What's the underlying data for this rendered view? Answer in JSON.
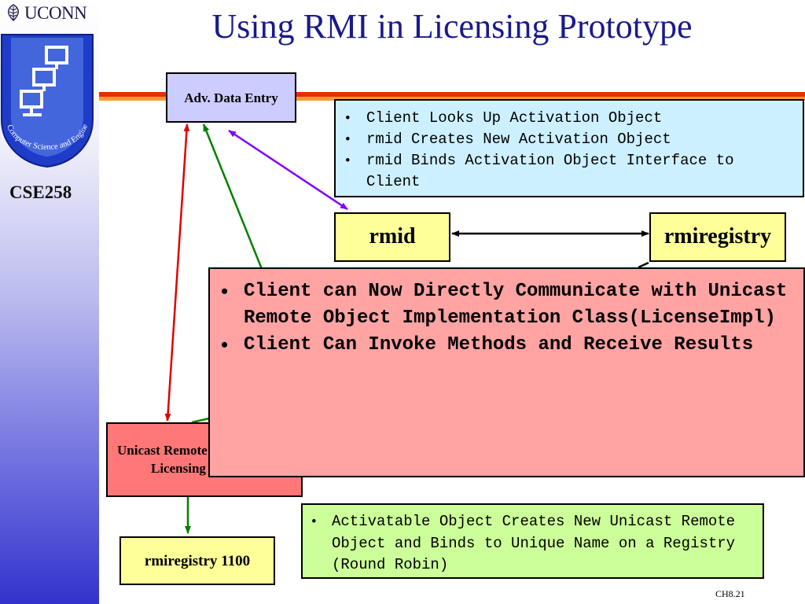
{
  "sidebar": {
    "brand": "UCONN",
    "logo_text": "Computer Science and Engineering",
    "course": "CSE258"
  },
  "title": "Using RMI in Licensing Prototype",
  "nodes": {
    "adv_data_entry": "Adv. Data Entry",
    "rmid": "rmid",
    "rmiregistry": "rmiregistry",
    "unicast_remote_line1": "Unicast Remote Object",
    "unicast_remote_line2": "Licensing Impl",
    "rmiregistry_1100": "rmiregistry 1100"
  },
  "notes": {
    "activation": [
      "Client Looks Up Activation Object",
      "rmid Creates New Activation Object",
      "rmid Binds Activation Object Interface to Client"
    ],
    "communicate": [
      "Client can Now Directly Communicate with Unicast Remote Object Implementation Class(LicenseImpl)",
      "Client Can Invoke Methods and Receive Results"
    ],
    "registry": [
      "Activatable Object Creates New Unicast Remote Object and Binds to Unique Name on a Registry (Round Robin)"
    ]
  },
  "footer": "CH8.21",
  "colors": {
    "title": "#1a1a8c",
    "stripe_red": "#e62e00",
    "stripe_orange": "#ff9933",
    "arrow_red": "#e00000",
    "arrow_green": "#008000",
    "arrow_purple": "#8000ff",
    "note_blue": "#ccf0ff",
    "note_pink": "#ffa3a3",
    "note_green": "#ccff99",
    "node_yellow": "#ffff99",
    "node_lavender": "#ccccff",
    "node_red": "#ff7777"
  }
}
